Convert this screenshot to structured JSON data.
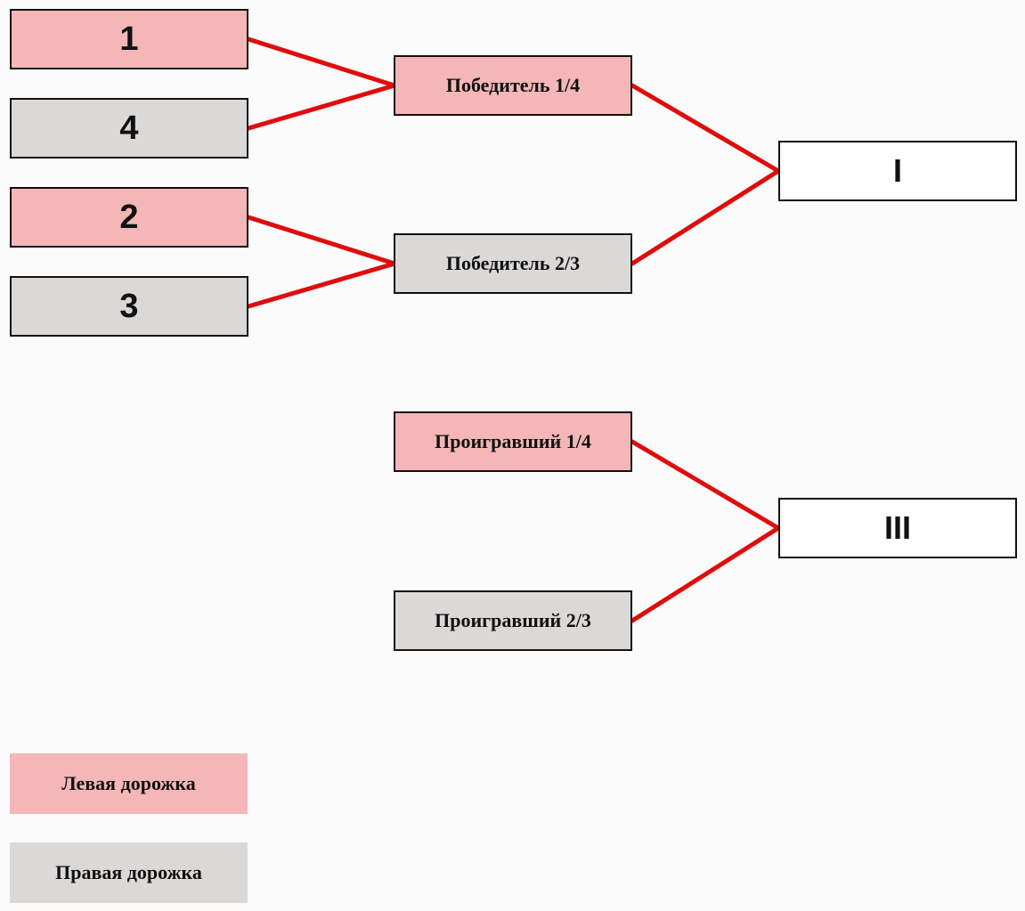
{
  "colors": {
    "left_lane": "#f4b6b6",
    "right_lane": "#dbd8d8",
    "connector": "#e00c0c",
    "final_box": "#ffffff"
  },
  "seeds": [
    "1",
    "4",
    "2",
    "3"
  ],
  "semifinal": {
    "winner_1_4": "Победитель 1/4",
    "winner_2_3": "Победитель 2/3",
    "loser_1_4": "Проигравший 1/4",
    "loser_2_3": "Проигравший 2/3"
  },
  "places": {
    "first": "I",
    "third": "III"
  },
  "legend": {
    "left_lane": "Левая дорожка",
    "right_lane": "Правая дорожка"
  }
}
